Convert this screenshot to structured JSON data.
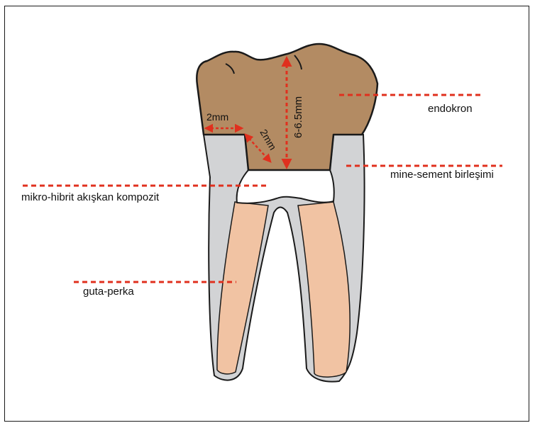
{
  "labels": {
    "endocrown": "endokron",
    "cej": "mine-sement birleşimi",
    "composite": "mikro-hibrit akışkan kompozit",
    "gutta": "guta-perka",
    "height": "6-6.5mm",
    "width_2mm": "2mm",
    "depth_2mm": "2mm"
  },
  "colors": {
    "crown": "#b38b63",
    "dentin": "#d2d3d5",
    "pulp": "#f1c3a3",
    "composite": "#ffffff",
    "outline": "#1a1a1a",
    "leader": "#e0301e"
  }
}
